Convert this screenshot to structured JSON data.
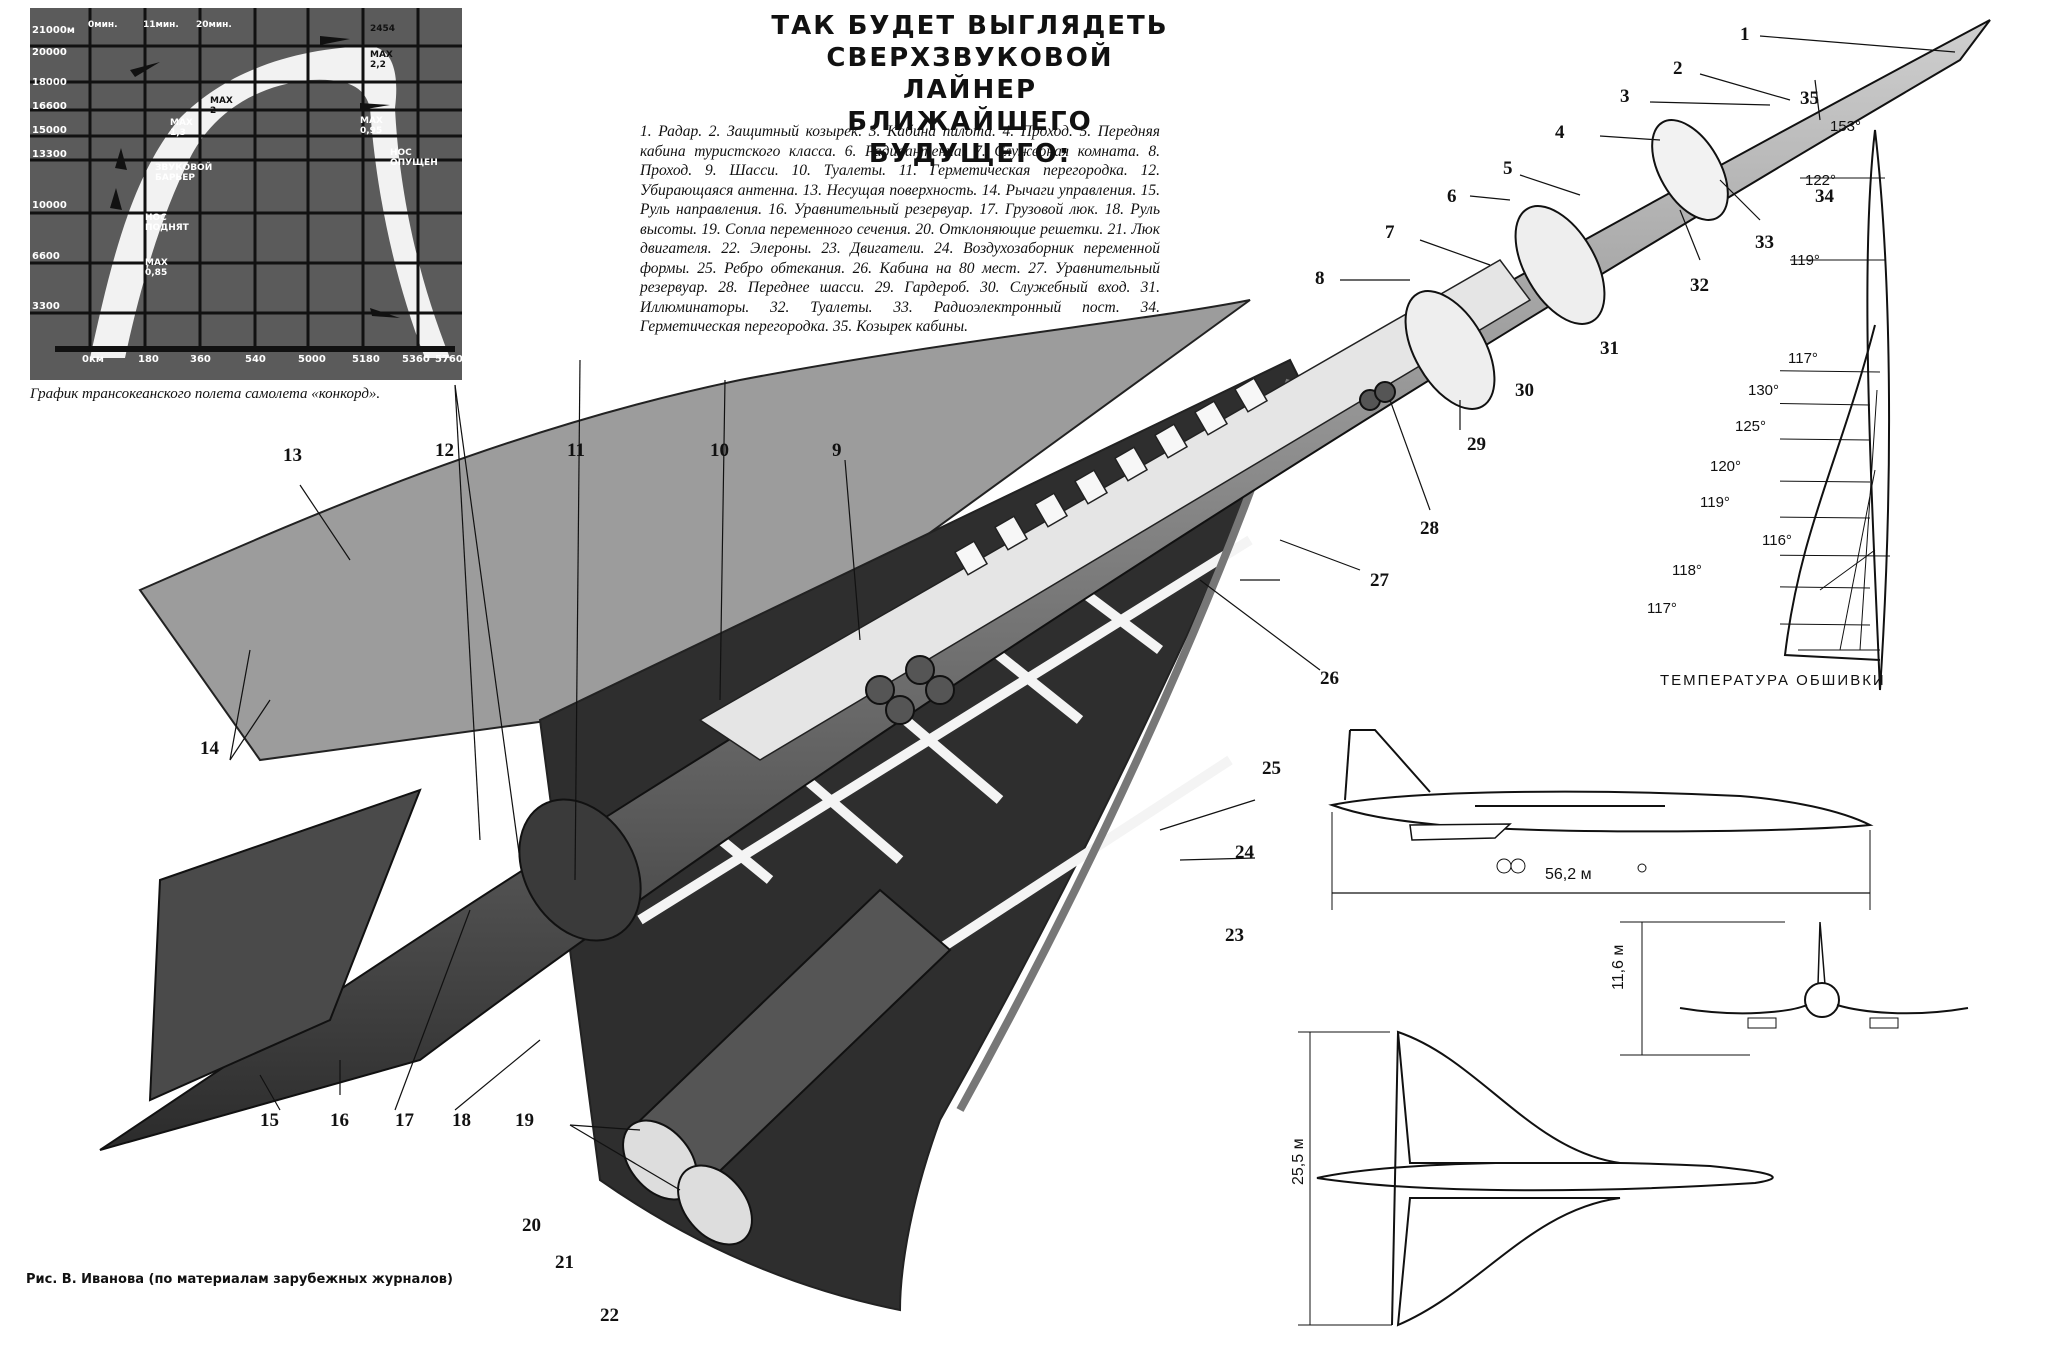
{
  "header": {
    "title_lines": [
      "ТАК БУДЕТ ВЫГЛЯДЕТЬ",
      "СВЕРХЗВУКОВОЙ ЛАЙНЕР",
      "БЛИЖАЙШЕГО БУДУЩЕГО:"
    ]
  },
  "legend_text": "1. Радар. 2. Защитный козырек. 3. Кабина пилота. 4. Проход. 5. Передняя кабина туристского класса. 6. Радиоантенна. 7. Служебная комната. 8. Проход. 9. Шасси. 10. Туалеты. 11. Герметическая перегородка. 12. Убирающаяся антенна. 13. Несущая поверхность. 14. Рычаги управления. 15. Руль направления. 16. Уравнительный резервуар. 17. Грузовой люк. 18. Руль высоты. 19. Сопла переменного сечения. 20. Отклоняющие решетки. 21. Люк двигателя. 22. Элероны. 23. Двигатели. 24. Воздухозаборник переменной формы. 25. Ребро обтекания. 26. Кабина на 80 мест. 27. Уравнительный резервуар. 28. Переднее шасси. 29. Гардероб. 30. Служебный вход. 31. Иллюминаторы. 32. Туалеты. 33. Радиоэлектронный пост. 34. Герметическая перегородка. 35. Козырек кабины.",
  "legend_items": [
    {
      "n": "1",
      "label": "Радар"
    },
    {
      "n": "2",
      "label": "Защитный козырек"
    },
    {
      "n": "3",
      "label": "Кабина пилота"
    },
    {
      "n": "4",
      "label": "Проход"
    },
    {
      "n": "5",
      "label": "Передняя кабина туристского класса"
    },
    {
      "n": "6",
      "label": "Радиоантенна"
    },
    {
      "n": "7",
      "label": "Служебная комната"
    },
    {
      "n": "8",
      "label": "Проход"
    },
    {
      "n": "9",
      "label": "Шасси"
    },
    {
      "n": "10",
      "label": "Туалеты"
    },
    {
      "n": "11",
      "label": "Герметическая перегородка"
    },
    {
      "n": "12",
      "label": "Убирающаяся антенна"
    },
    {
      "n": "13",
      "label": "Несущая поверхность"
    },
    {
      "n": "14",
      "label": "Рычаги управления"
    },
    {
      "n": "15",
      "label": "Руль направления"
    },
    {
      "n": "16",
      "label": "Уравнительный резервуар"
    },
    {
      "n": "17",
      "label": "Грузовой люк"
    },
    {
      "n": "18",
      "label": "Руль высоты"
    },
    {
      "n": "19",
      "label": "Сопла переменного сечения"
    },
    {
      "n": "20",
      "label": "Отклоняющие решетки"
    },
    {
      "n": "21",
      "label": "Люк двигателя"
    },
    {
      "n": "22",
      "label": "Элероны"
    },
    {
      "n": "23",
      "label": "Двигатели"
    },
    {
      "n": "24",
      "label": "Воздухозаборник переменной формы"
    },
    {
      "n": "25",
      "label": "Ребро обтекания"
    },
    {
      "n": "26",
      "label": "Кабина на 80 мест"
    },
    {
      "n": "27",
      "label": "Уравнительный резервуар"
    },
    {
      "n": "28",
      "label": "Переднее шасси"
    },
    {
      "n": "29",
      "label": "Гардероб"
    },
    {
      "n": "30",
      "label": "Служебный вход"
    },
    {
      "n": "31",
      "label": "Иллюминаторы"
    },
    {
      "n": "32",
      "label": "Туалеты"
    },
    {
      "n": "33",
      "label": "Радиоэлектронный пост"
    },
    {
      "n": "34",
      "label": "Герметическая перегородка"
    },
    {
      "n": "35",
      "label": "Козырек кабины"
    }
  ],
  "flight_chart": {
    "caption": "График трансокеанского полета самолета «конкорд».",
    "altitude_labels": [
      "21000м",
      "20000",
      "18000",
      "16600",
      "15000",
      "13300",
      "10000",
      "6600",
      "3300"
    ],
    "distance_labels": [
      "0км",
      "180",
      "360",
      "540",
      "5000",
      "5180",
      "5360",
      "5760км"
    ],
    "time_labels": [
      "0мин.",
      "11мин.",
      "20мин."
    ],
    "annotations": [
      "ЗВУКОВОЙ БАРЬЕР",
      "НОС ПОДНЯТ",
      "MAX 0,85",
      "MAX 1,3",
      "MAX 2",
      "MAX 2,2",
      "MAX 0,95",
      "НОС ОПУЩЕН",
      "2454"
    ]
  },
  "callouts": [
    "1",
    "2",
    "3",
    "4",
    "5",
    "6",
    "7",
    "8",
    "9",
    "10",
    "11",
    "12",
    "13",
    "14",
    "15",
    "16",
    "17",
    "18",
    "19",
    "20",
    "21",
    "22",
    "23",
    "24",
    "25",
    "26",
    "27",
    "28",
    "29",
    "30",
    "31",
    "32",
    "33",
    "34",
    "35"
  ],
  "temperature": {
    "title": "ТЕМПЕРАТУРА ОБШИВКИ",
    "labels": [
      "153°",
      "122°",
      "119°",
      "117°",
      "130°",
      "125°",
      "120°",
      "119°",
      "116°",
      "118°",
      "117°"
    ]
  },
  "dimensions": {
    "length": "56,2 м",
    "height": "11,6 м",
    "span": "25,5 м"
  },
  "credit": "Рис. В. Иванова (по материалам зарубежных журналов)"
}
